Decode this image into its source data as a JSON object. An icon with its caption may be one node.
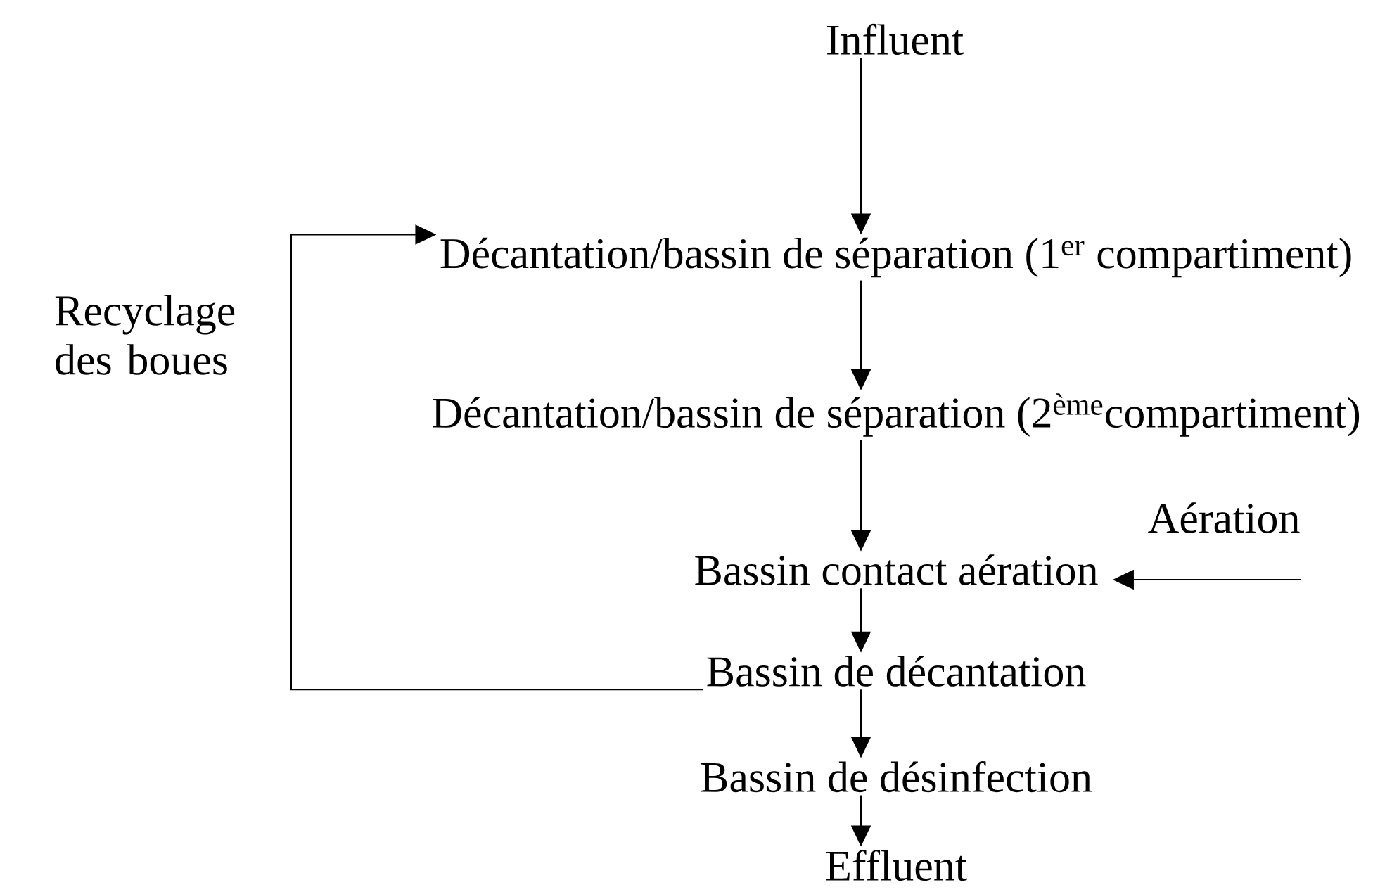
{
  "diagram": {
    "nodes": [
      {
        "text": [
          "Influent"
        ]
      },
      {
        "text": [
          "Décantation/bassin de séparation (1$^{er}$ compartiment)"
        ]
      },
      {
        "text": [
          "Décantation/bassin de séparation (2$^{ème}$compartiment)"
        ]
      },
      {
        "text": [
          "Bassin contact aération"
        ]
      },
      {
        "text": [
          "Bassin de décantation"
        ]
      },
      {
        "text": [
          "Bassin de désinfection"
        ]
      },
      {
        "text": [
          "Effluent"
        ]
      }
    ],
    "edges": [
      {
        "from": 0,
        "to": 1,
        "arrow": "to"
      },
      {
        "from": 1,
        "to": 2,
        "arrow": "to"
      },
      {
        "from": 2,
        "to": 3,
        "arrow": "to"
      },
      {
        "from": null,
        "to": 3,
        "arrow": "to"
      },
      {
        "from": 3,
        "to": 4,
        "arrow": "to"
      },
      {
        "from": 4,
        "to": 5,
        "arrow": "to"
      },
      {
        "from": 5,
        "to": 6,
        "arrow": "to"
      },
      {
        "from": 4,
        "to": 1,
        "arrow": "to",
        "label": "Recyclage des boues"
      }
    ],
    "labels": [
      "Aération"
    ]
  }
}
